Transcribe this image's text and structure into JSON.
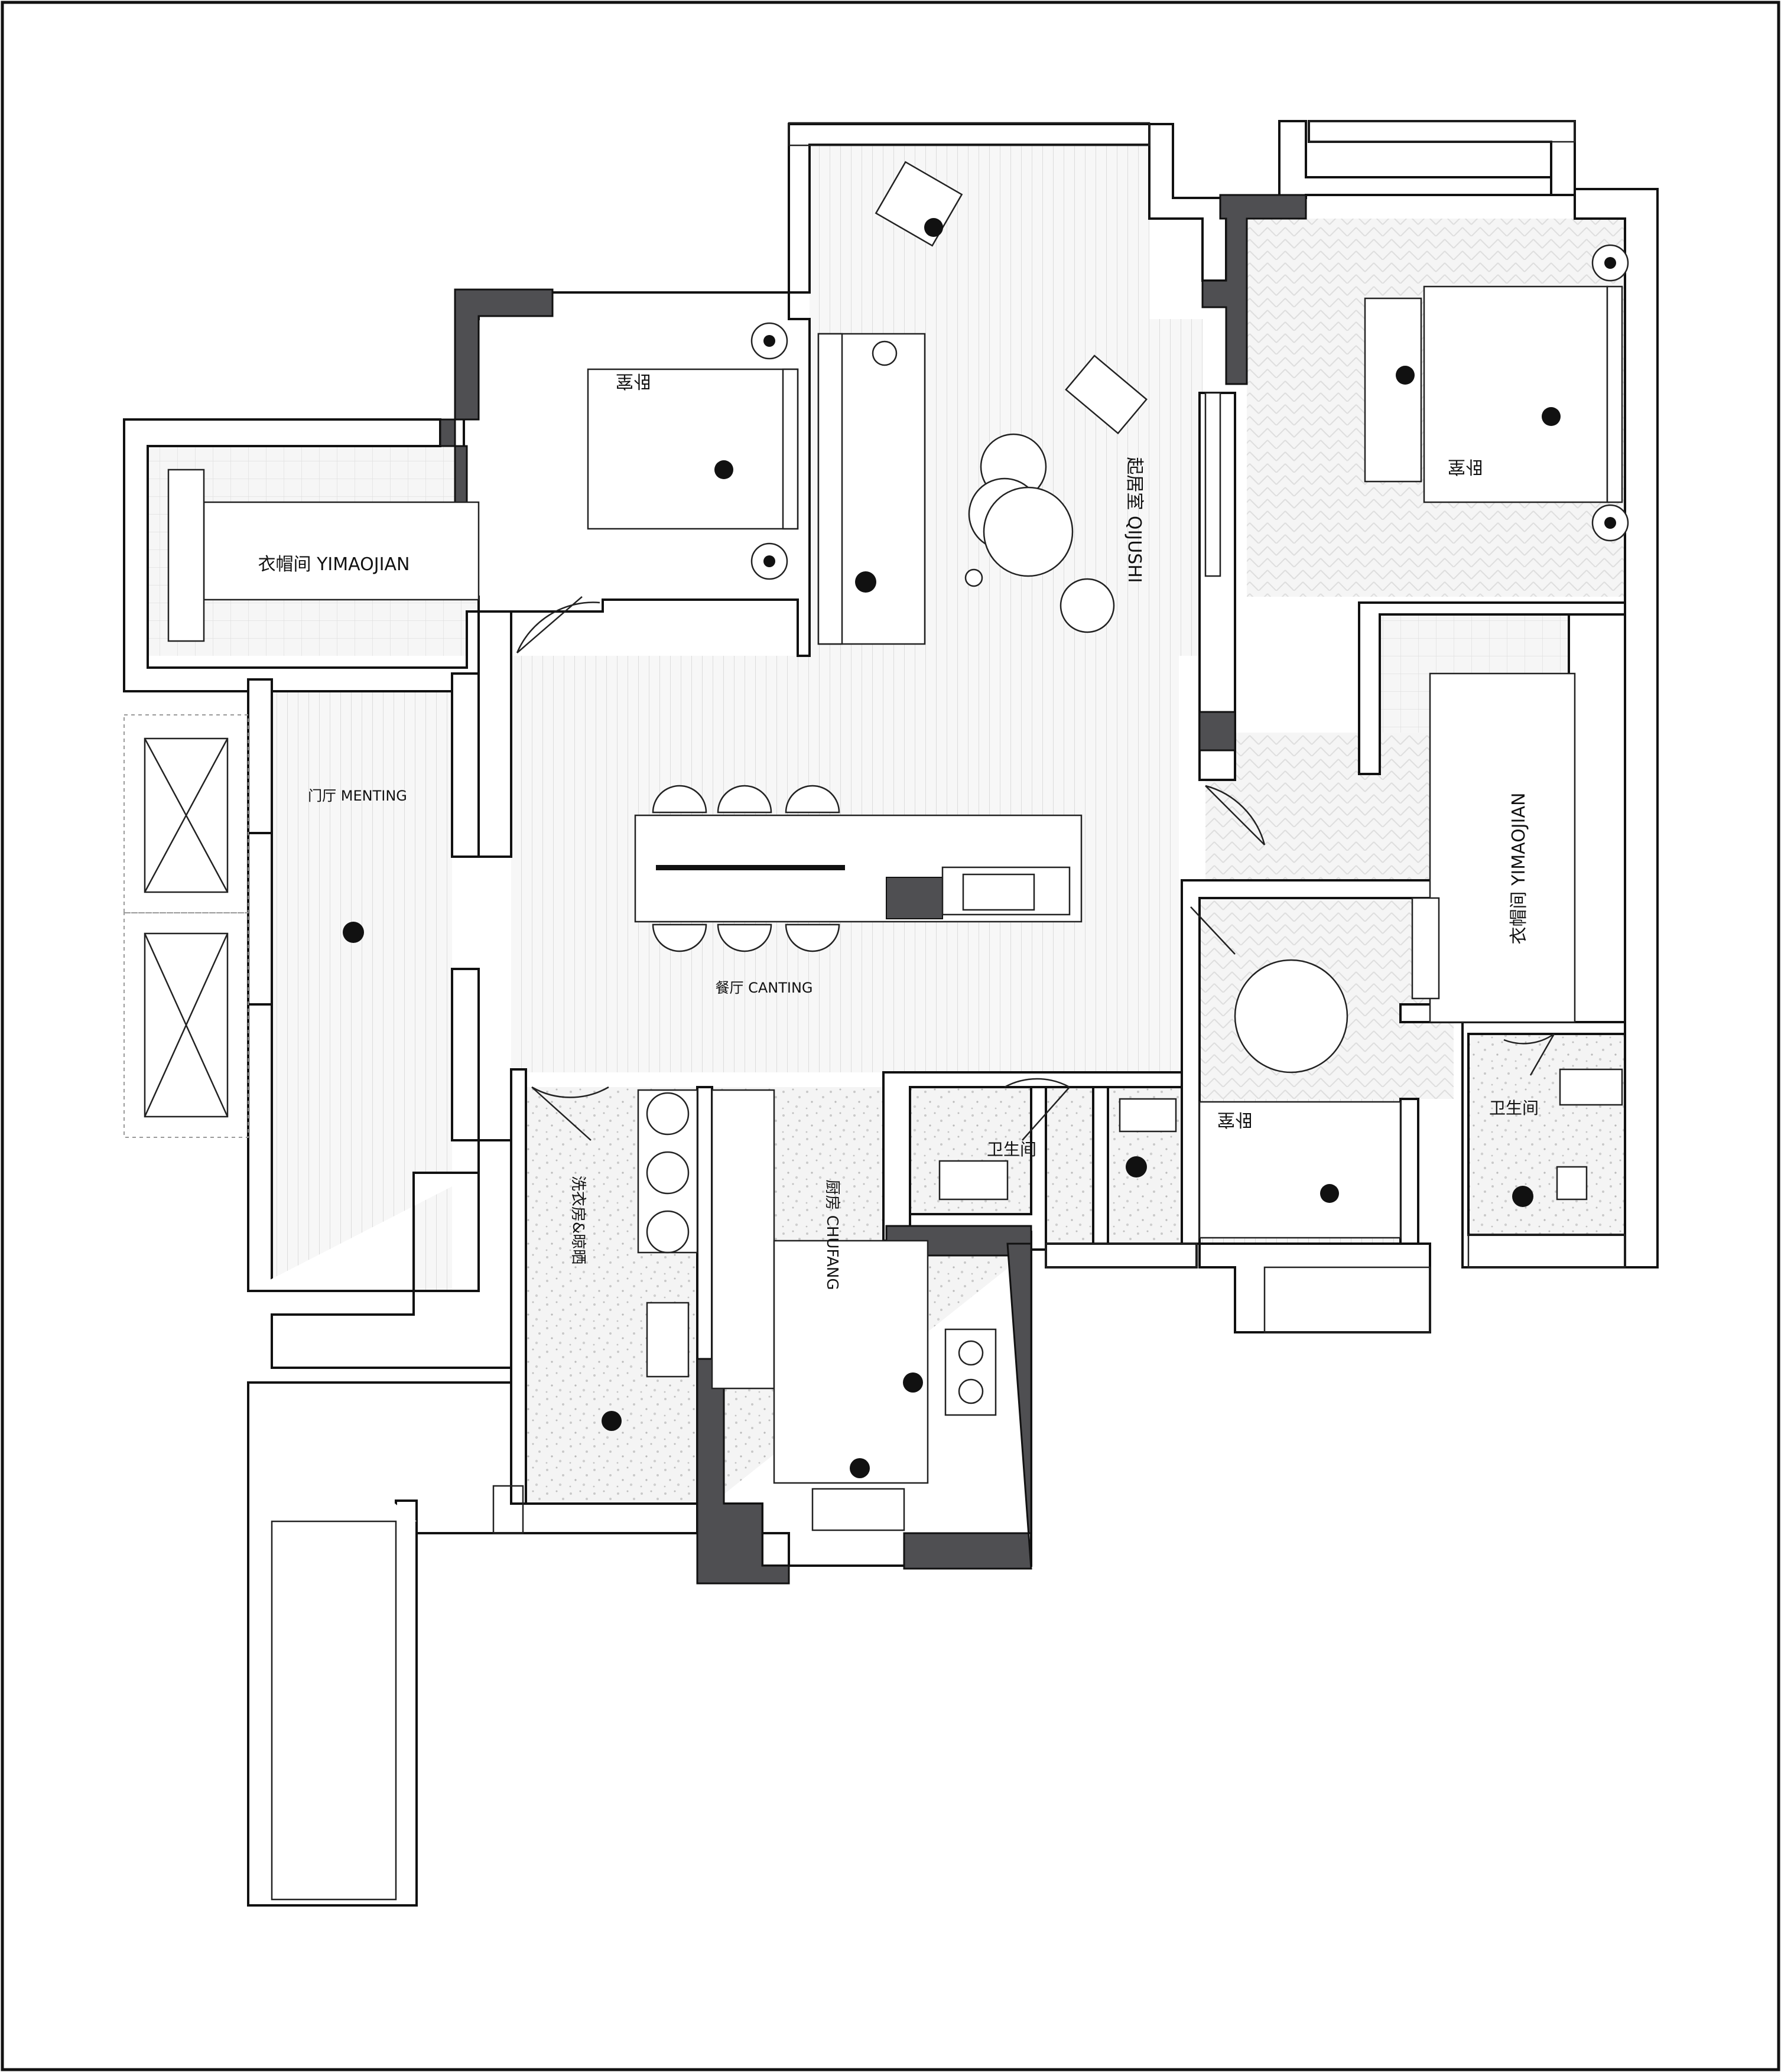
{
  "rooms": {
    "cloakroom_west": "衣帽间 YIMAOJIAN",
    "bedroom_north": "卧室",
    "living": "起居室 QIJUSHI",
    "bedroom_master": "卧室",
    "cloakroom_east": "衣帽间 YIMAOJIAN",
    "foyer": "门厅 MENTING",
    "dining": "餐厅 CANTING",
    "laundry": "洗衣房&晾晒",
    "kitchen": "厨房 CHUFANG",
    "bathroom_center": "卫生间",
    "bedroom_east": "卧室",
    "bathroom_east": "卫生间"
  },
  "colors": {
    "wall_outline": "#111111",
    "structural_wall": "#4f4f52",
    "background": "#ffffff"
  }
}
